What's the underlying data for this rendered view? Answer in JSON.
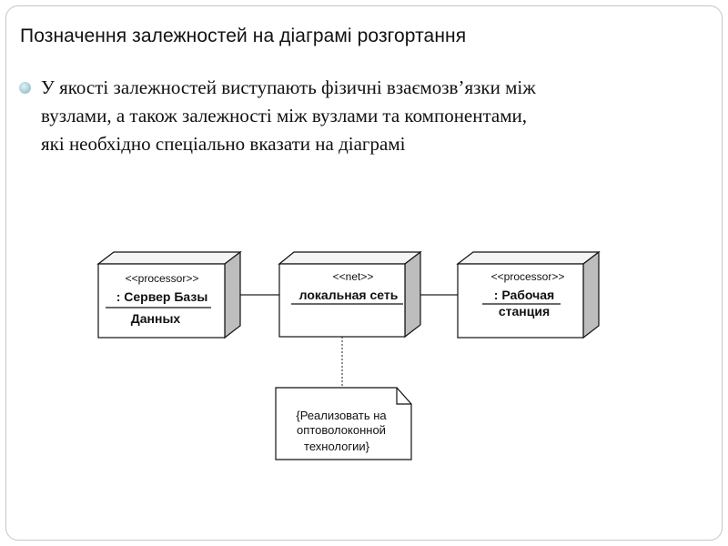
{
  "slide": {
    "title": "Позначення залежностей на діаграмі розгортання",
    "bullet_lines": [
      "У якості залежностей виступають фізичні взаємозв’язки між",
      "вузлами, а також залежності між вузлами та компонентами,",
      "які необхідно спеціально вказати на діаграмі"
    ]
  },
  "diagram": {
    "nodes": [
      {
        "stereotype": "<<processor>>",
        "name_lines": [
          ": Сервер Базы",
          "Данных"
        ]
      },
      {
        "stereotype": "<<net>>",
        "name_lines": [
          "локальная сеть"
        ]
      },
      {
        "stereotype": "<<processor>>",
        "name_lines": [
          ": Рабочая",
          "станция"
        ]
      }
    ],
    "note_lines": [
      "{Реализовать на",
      "оптоволоконной",
      "технологии}"
    ]
  }
}
